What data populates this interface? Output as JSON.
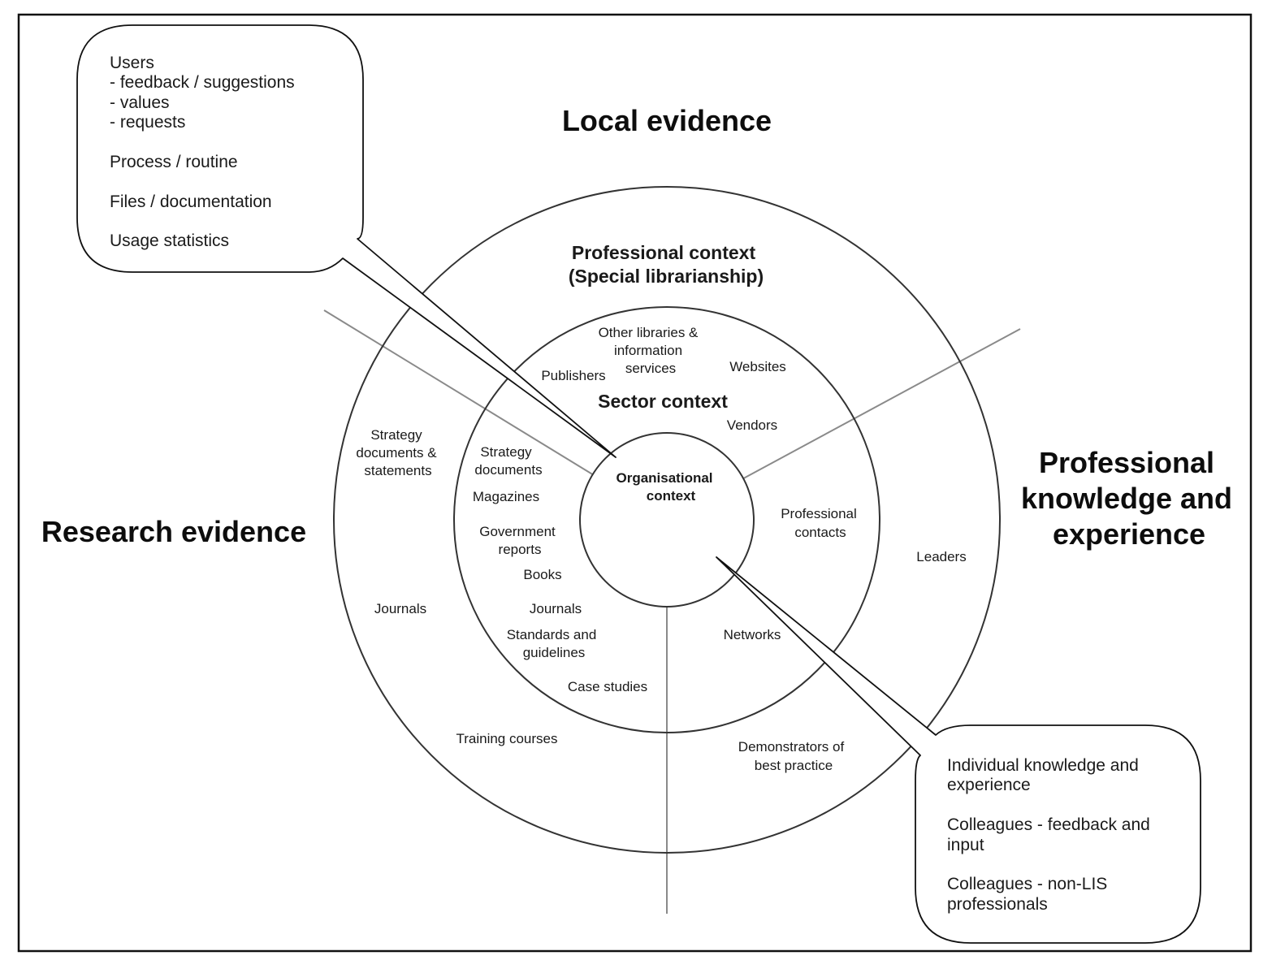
{
  "regions": {
    "local": "Local evidence",
    "research": "Research evidence",
    "professional": [
      "Professional",
      "knowledge and",
      "experience"
    ]
  },
  "contexts": {
    "professional": [
      "Professional context",
      "(Special librarianship)"
    ],
    "sector": "Sector context",
    "organisational": [
      "Organisational",
      "context"
    ]
  },
  "outer_ring": {
    "strategy": [
      "Strategy",
      "documents &",
      "statements"
    ],
    "journals": "Journals",
    "training": "Training courses",
    "demonstrators": [
      "Demonstrators of",
      "best practice"
    ],
    "leaders": "Leaders"
  },
  "middle_ring": {
    "other_libraries": [
      "Other libraries &",
      "information",
      "services"
    ],
    "publishers": "Publishers",
    "websites": "Websites",
    "vendors": "Vendors",
    "strategy": [
      "Strategy",
      "documents"
    ],
    "magazines": "Magazines",
    "government": [
      "Government",
      "reports"
    ],
    "books": "Books",
    "journals": "Journals",
    "standards": [
      "Standards and",
      "guidelines"
    ],
    "case_studies": "Case studies",
    "professional_contacts": [
      "Professional",
      "contacts"
    ],
    "networks": "Networks"
  },
  "callout_local": [
    "Users",
    "- feedback / suggestions",
    "- values",
    "- requests",
    "Process / routine",
    "Files / documentation",
    "Usage statistics"
  ],
  "callout_professional": [
    "Individual knowledge and",
    "experience",
    "Colleagues - feedback and",
    "input",
    "Colleagues - non-LIS",
    "professionals"
  ]
}
